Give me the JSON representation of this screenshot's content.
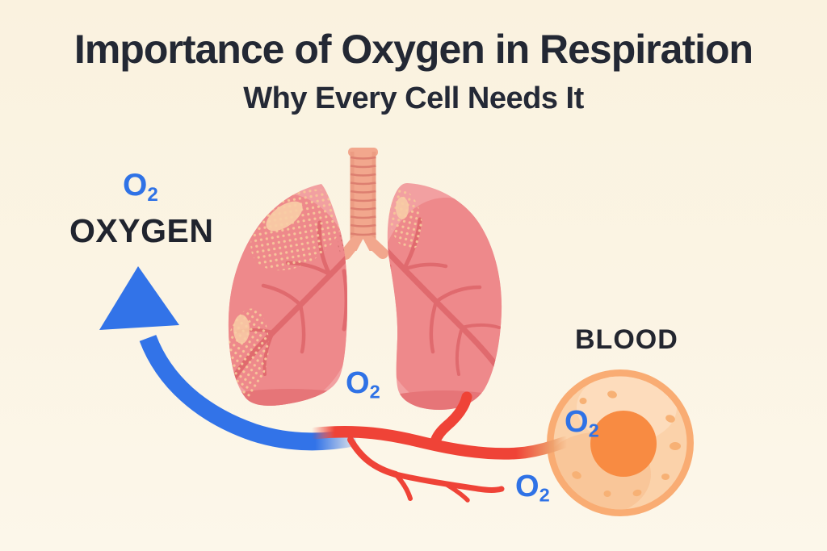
{
  "header": {
    "title": "Importance of Oxygen in Respiration",
    "subtitle": "Why Every Cell Needs It"
  },
  "labels": {
    "oxygen": "OXYGEN",
    "blood": "BLOOD",
    "o2": {
      "symbol": "O",
      "subscript": "2"
    }
  },
  "illustration": {
    "icons": [
      "lungs-icon",
      "trachea-icon",
      "up-arrow-icon",
      "blood-vessel-icon",
      "blood-cell-icon"
    ]
  },
  "colors": {
    "background": "#FBF4E4",
    "text_dark": "#232834",
    "oxygen_blue": "#2F72E6",
    "arrow_blue": "#3273E8",
    "blood_red": "#EF4337",
    "lung_pink": "#F2A0A1",
    "lung_core_pink": "#EE898B",
    "lung_vein": "#E06A6E",
    "trachea_salmon": "#F2A78D",
    "cell_ring": "#F9AC73",
    "cell_cytoplasm": "#FBD2AA",
    "nucleus_orange": "#F88B42"
  }
}
